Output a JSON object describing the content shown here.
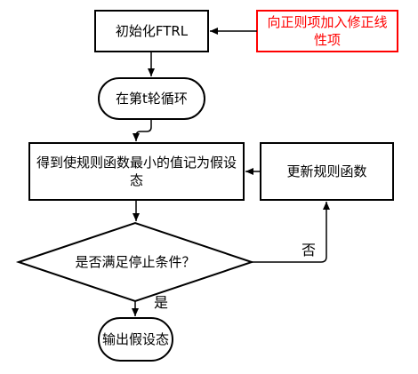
{
  "nodes": {
    "init": "初始化FTRL",
    "add_reg": "向正则项加入修正线性项",
    "loop": "在第t轮循环",
    "get_min": "得到使规则函数最小的值记为假设态",
    "update": "更新规则函数",
    "decision": "是否满足停止条件？",
    "output": "输出假设态"
  },
  "edges": {
    "no_label": "否",
    "yes_label": "是"
  },
  "colors": {
    "stroke": "#000000",
    "highlight_stroke": "#ff0000",
    "highlight_text": "#ff0000"
  }
}
